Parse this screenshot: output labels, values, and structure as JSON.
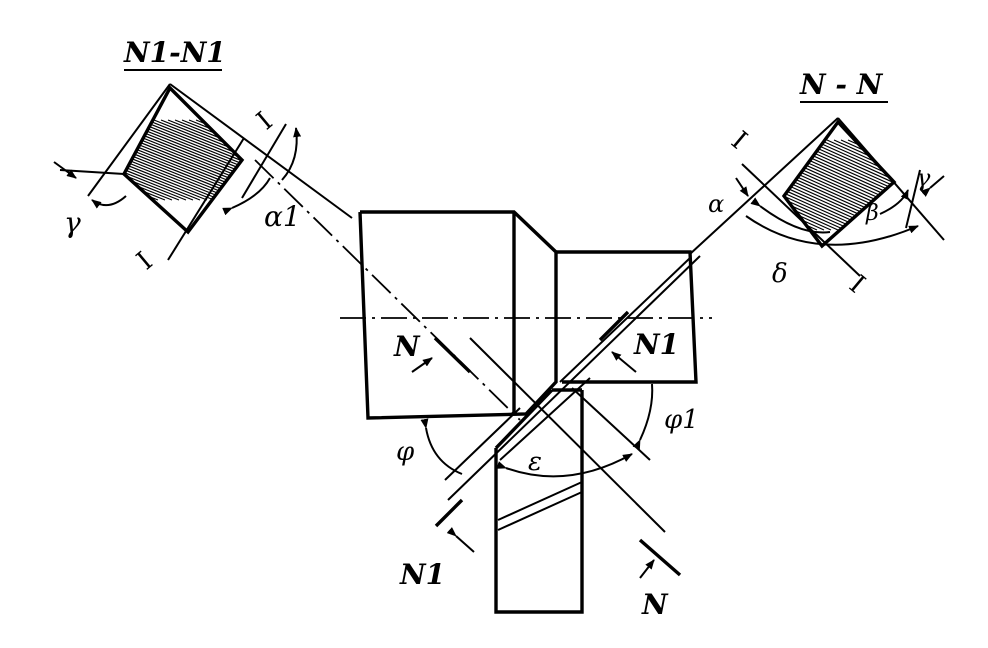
{
  "labels": {
    "section_left_title": "N1-N1",
    "section_right_title": "N - N",
    "plane_N": "N",
    "plane_N1": "N1",
    "roman_I": "I",
    "gamma": "γ",
    "alpha": "α",
    "alpha1": "α1",
    "beta": "β",
    "delta": "δ",
    "phi": "φ",
    "phi1": "φ1",
    "epsilon": "ε"
  }
}
